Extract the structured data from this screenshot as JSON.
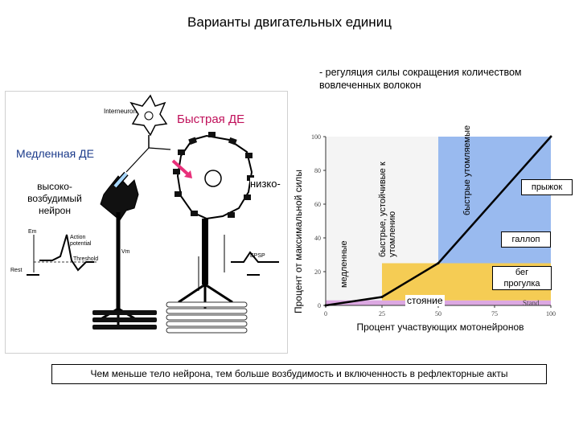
{
  "title": "Варианты двигательных единиц",
  "subtitle": "- регуляция силы сокращения количеством вовлеченных волокон",
  "neuron_diagram": {
    "fast_label": "Быстрая ДЕ",
    "slow_label": "Медленная ДЕ",
    "high_excitability_label": "высоко-\nвозбудимый\nнейрон",
    "low_label": "низко-",
    "interneuron": "Interneuron",
    "action_potential": "Action potential",
    "threshold": "Threshold",
    "rest": "Rest",
    "epsp": "EPSP",
    "v_mem": "Vm",
    "e_m": "Em",
    "colors": {
      "arrow": "#e8307a"
    }
  },
  "chart_data": {
    "type": "line",
    "x": [
      0,
      25,
      50,
      100
    ],
    "y": [
      0,
      5,
      25,
      100
    ],
    "xlabel": "Процент участвующих мотонейронов",
    "ylabel": "Процент от максимальной силы",
    "xticks": [
      0,
      25,
      50,
      75,
      100
    ],
    "yticks": [
      0,
      20,
      40,
      60,
      80,
      100
    ],
    "xlim": [
      0,
      100
    ],
    "ylim": [
      0,
      100
    ],
    "bands": [
      {
        "name": "медленные",
        "x_from": 0,
        "x_to": 100,
        "y_from": 0,
        "y_to": 3,
        "color": "#d9a0e0"
      },
      {
        "name": "быстрые, устойчивые к утомлению",
        "x_from": 25,
        "x_to": 100,
        "y_from": 3,
        "y_to": 25,
        "color": "#f5c842"
      },
      {
        "name": "быстрые утомляемые",
        "x_from": 50,
        "x_to": 100,
        "y_from": 25,
        "y_to": 100,
        "color": "#8fb4ee"
      }
    ],
    "annotations": [
      "стояние",
      "Stand",
      "бег прогулка",
      "галлоп",
      "прыжок"
    ],
    "band_labels": {
      "slow": "медленные",
      "fast_resistant": "быстрые, устойчивые к утомлению",
      "fast_fatigue": "быстрые утомляемые"
    },
    "activity": {
      "standing": "стояние",
      "stand_en": "Stand",
      "walk": "бег\nпрогулка",
      "gallop": "галлоп",
      "jump": "прыжок"
    }
  },
  "bottom_note": "Чем меньше тело нейрона, тем больше возбудимость и включенность в рефлекторные акты"
}
